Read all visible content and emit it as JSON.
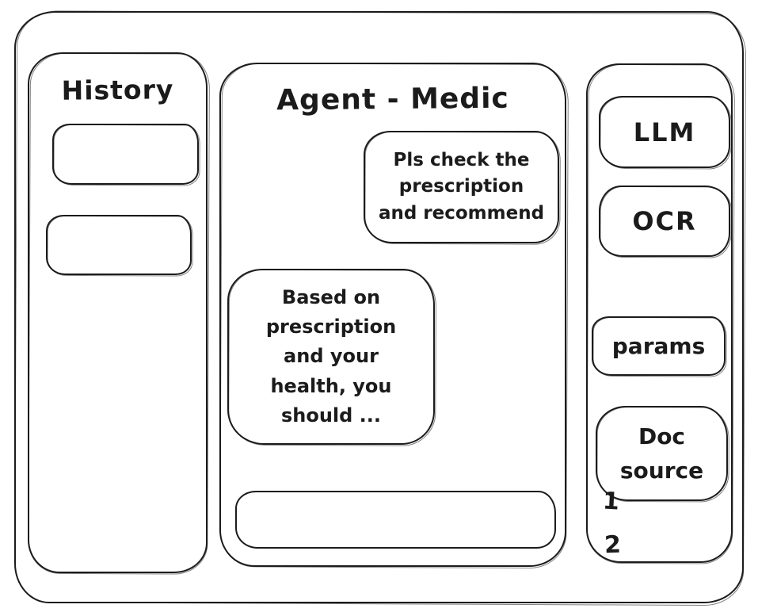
{
  "history_panel": {
    "title": "History",
    "items": [
      {
        "label": ""
      },
      {
        "label": ""
      }
    ]
  },
  "chat_panel": {
    "title": "Agent - Medic",
    "messages": [
      {
        "role": "user",
        "text": "Pls check the\nprescription\nand recommend"
      },
      {
        "role": "agent",
        "text": "Based on\nprescription\nand your\nhealth, you\nshould ..."
      }
    ],
    "input": {
      "value": ""
    }
  },
  "tools_panel": {
    "buttons": [
      {
        "label": "LLM"
      },
      {
        "label": "OCR"
      },
      {
        "label": "params"
      },
      {
        "label": "Doc source"
      }
    ],
    "doc_source_options": [
      "1",
      "2"
    ]
  }
}
